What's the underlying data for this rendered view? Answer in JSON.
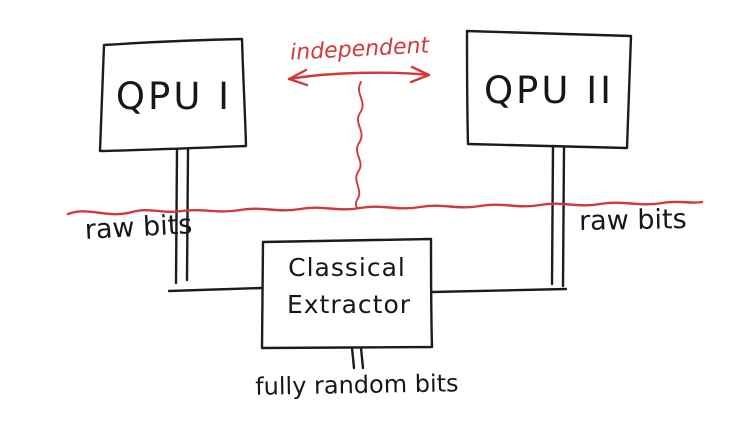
{
  "diagram": {
    "background_color": "#ffffff",
    "ink_color": "#1c1c1c",
    "accent_color": "#d13a3a",
    "nodes": {
      "qpu_left": {
        "label": "QPU I"
      },
      "qpu_right": {
        "label": "QPU II"
      },
      "extractor": {
        "label_lines": [
          "Classical",
          "Extractor"
        ]
      }
    },
    "edge_labels": {
      "independent": "independent",
      "raw_bits_left": "raw bits",
      "raw_bits_right": "raw bits",
      "output_bits": "fully random bits"
    }
  }
}
